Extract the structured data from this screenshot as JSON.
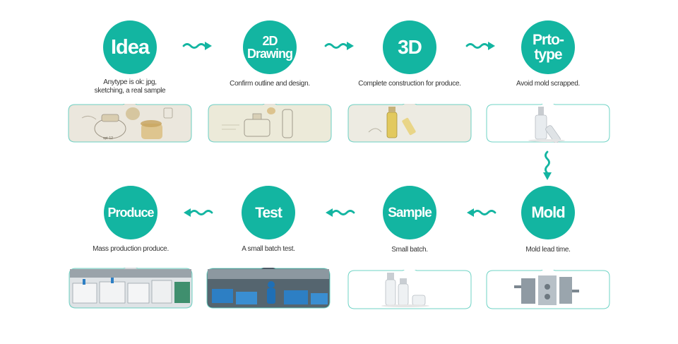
{
  "colors": {
    "accent": "#13b5a1",
    "frame": "#6fd3c5",
    "text": "#333333"
  },
  "steps": [
    {
      "title": "Idea",
      "caption": "Anytype is ok: jpg,\nsketching, a real sample",
      "image": "sketch-photo"
    },
    {
      "title": "2D\nDrawing",
      "caption": "Confirm outline and design.",
      "image": "2d-drawing-photo"
    },
    {
      "title": "3D",
      "caption": "Complete construction for produce.",
      "image": "3d-render-photo"
    },
    {
      "title": "Prto-\ntype",
      "caption": "Avoid mold scrapped.",
      "image": "prototype-photo"
    },
    {
      "title": "Mold",
      "caption": "Mold lead time.",
      "image": "mold-photo"
    },
    {
      "title": "Sample",
      "caption": "Small batch.",
      "image": "sample-photo"
    },
    {
      "title": "Test",
      "caption": "A small batch test.",
      "image": "test-photo"
    },
    {
      "title": "Produce",
      "caption": "Mass production produce.",
      "image": "factory-photo"
    }
  ],
  "arrows": [
    "squiggle-right-arrow",
    "squiggle-right-arrow",
    "squiggle-right-arrow",
    "squiggle-down-arrow",
    "squiggle-left-arrow",
    "squiggle-left-arrow",
    "squiggle-left-arrow"
  ]
}
